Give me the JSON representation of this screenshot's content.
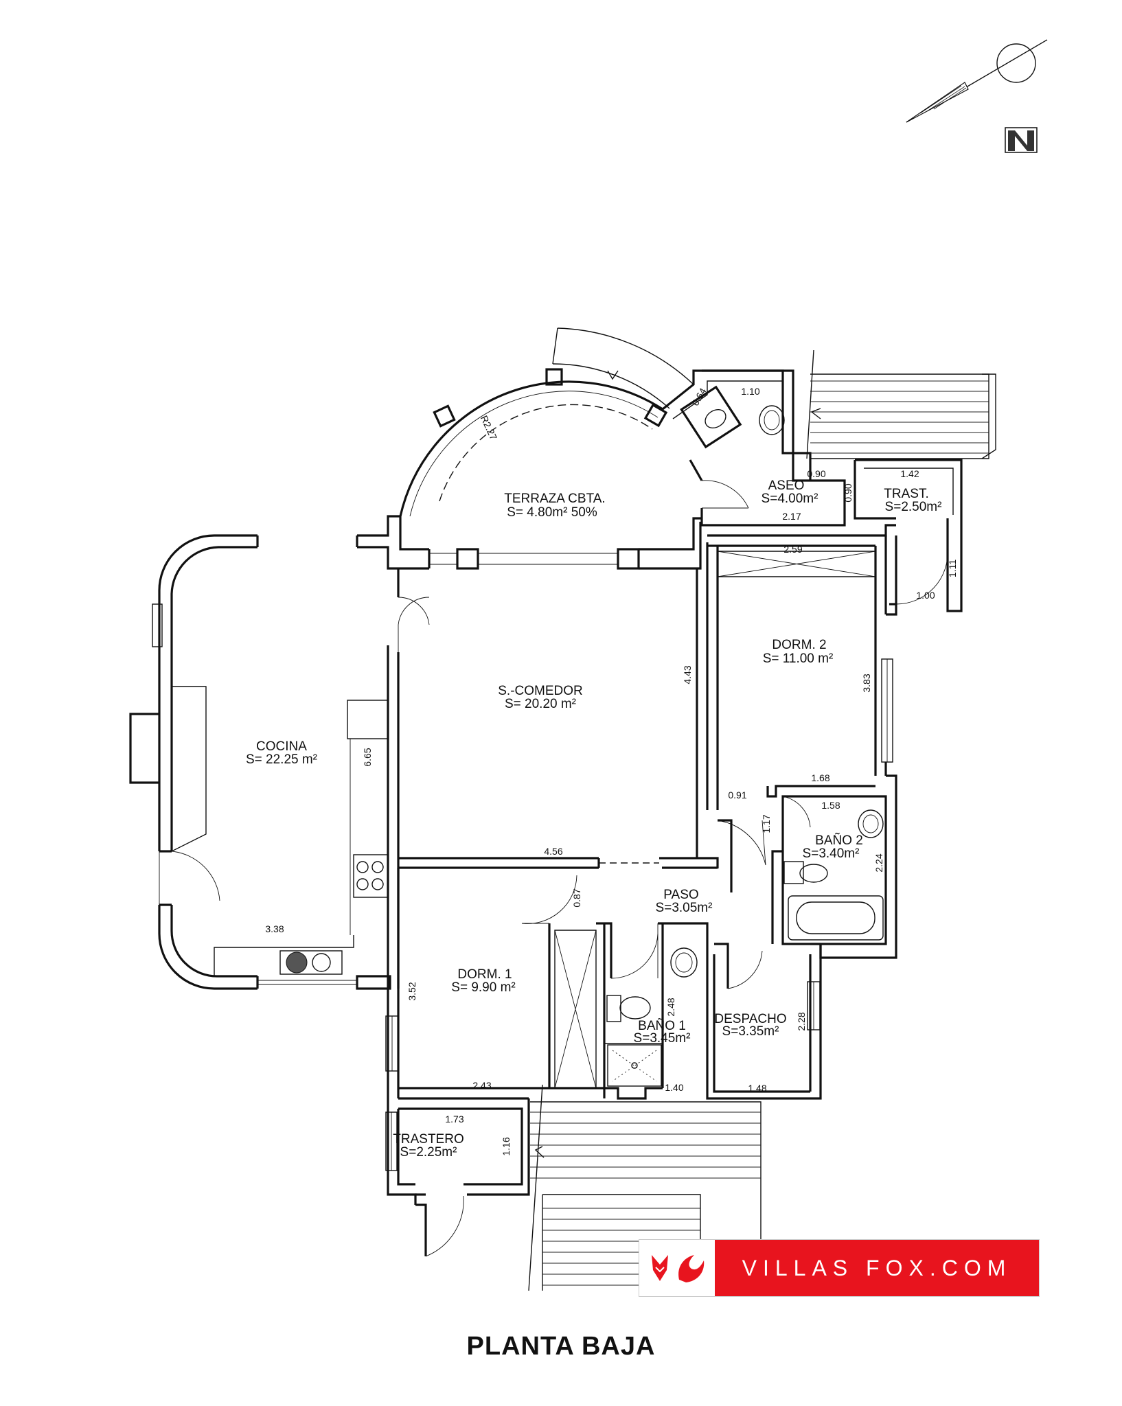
{
  "plan": {
    "title": "PLANTA BAJA",
    "north_label": "N",
    "rooms": [
      {
        "id": "terraza",
        "name": "TERRAZA CBTA.",
        "area": "S= 4.80m² 50%"
      },
      {
        "id": "aseo",
        "name": "ASEO",
        "area": "S=4.00m²"
      },
      {
        "id": "trast",
        "name": "TRAST.",
        "area": "S=2.50m²"
      },
      {
        "id": "cocina",
        "name": "COCINA",
        "area": "S= 22.25 m²"
      },
      {
        "id": "comedor",
        "name": "S.-COMEDOR",
        "area": "S= 20.20 m²"
      },
      {
        "id": "dorm2",
        "name": "DORM. 2",
        "area": "S= 11.00 m²"
      },
      {
        "id": "bano2",
        "name": "BAÑO 2",
        "area": "S=3.40m²"
      },
      {
        "id": "paso",
        "name": "PASO",
        "area": "S=3.05m²"
      },
      {
        "id": "dorm1",
        "name": "DORM. 1",
        "area": "S= 9.90 m²"
      },
      {
        "id": "bano1",
        "name": "BAÑO 1",
        "area": "S=3.45m²"
      },
      {
        "id": "despacho",
        "name": "DESPACHO",
        "area": "S=3.35m²"
      },
      {
        "id": "trastero",
        "name": "TRASTERO",
        "area": "S=2.25m²"
      }
    ],
    "dimensions": [
      {
        "id": "d064",
        "text": "0.64"
      },
      {
        "id": "d110",
        "text": "1.10"
      },
      {
        "id": "dr227",
        "text": "R2.27"
      },
      {
        "id": "d090a",
        "text": "0.90"
      },
      {
        "id": "d090b",
        "text": "0.90"
      },
      {
        "id": "d142",
        "text": "1.42"
      },
      {
        "id": "d217",
        "text": "2.17"
      },
      {
        "id": "d259",
        "text": "2.59"
      },
      {
        "id": "d111",
        "text": "1.11"
      },
      {
        "id": "d100",
        "text": "1.00"
      },
      {
        "id": "d443",
        "text": "4.43"
      },
      {
        "id": "d383",
        "text": "3.83"
      },
      {
        "id": "d665",
        "text": "6.65"
      },
      {
        "id": "d168",
        "text": "1.68"
      },
      {
        "id": "d091",
        "text": "0.91"
      },
      {
        "id": "d158",
        "text": "1.58"
      },
      {
        "id": "d117",
        "text": "1.17"
      },
      {
        "id": "d224",
        "text": "2.24"
      },
      {
        "id": "d456",
        "text": "4.56"
      },
      {
        "id": "d087",
        "text": "0.87"
      },
      {
        "id": "d338",
        "text": "3.38"
      },
      {
        "id": "d352",
        "text": "3.52"
      },
      {
        "id": "d248",
        "text": "2.48"
      },
      {
        "id": "d228",
        "text": "2.28"
      },
      {
        "id": "d243",
        "text": "2.43"
      },
      {
        "id": "d140",
        "text": "1.40"
      },
      {
        "id": "d148",
        "text": "1.48"
      },
      {
        "id": "d173",
        "text": "1.73"
      },
      {
        "id": "d116",
        "text": "1.16"
      }
    ]
  },
  "brand": {
    "text": "VILLAS FOX.COM",
    "accent_color": "#e8141e"
  }
}
